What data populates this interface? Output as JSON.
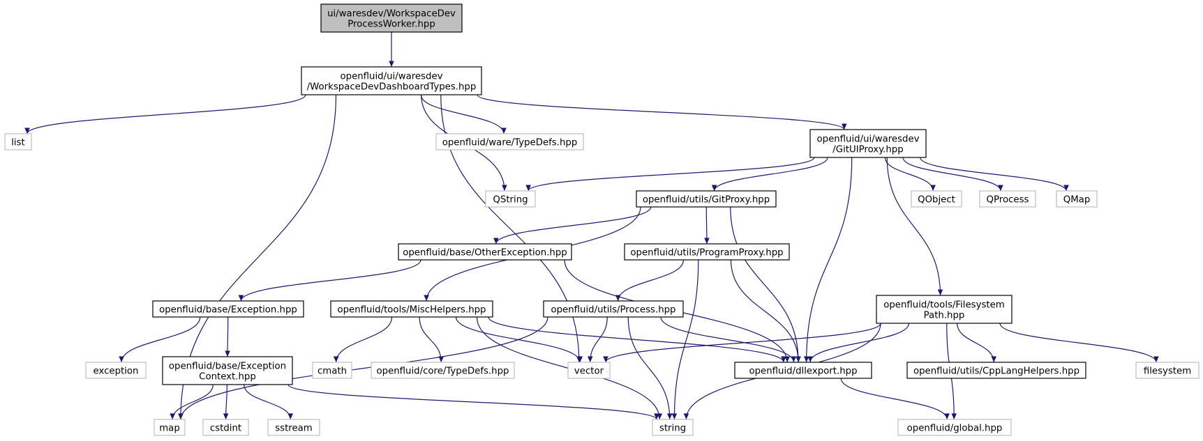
{
  "graph": {
    "title": "",
    "colors": {
      "edge": "#191970",
      "root_fill": "#bfbfbf",
      "local_border": "#000000",
      "external_border": "#bfbfbf",
      "node_fill": "#ffffff"
    },
    "nodes": [
      {
        "id": "root",
        "kind": "root",
        "lines": [
          "ui/waresdev/WorkspaceDev",
          "ProcessWorker.hpp"
        ]
      },
      {
        "id": "dashtypes",
        "kind": "local",
        "lines": [
          "openfluid/ui/waresdev",
          "/WorkspaceDevDashboardTypes.hpp"
        ]
      },
      {
        "id": "list",
        "kind": "external",
        "lines": [
          "list"
        ]
      },
      {
        "id": "waretypedefs",
        "kind": "external",
        "lines": [
          "openfluid/ware/TypeDefs.hpp"
        ]
      },
      {
        "id": "gituiproxy",
        "kind": "local",
        "lines": [
          "openfluid/ui/waresdev",
          "/GitUIProxy.hpp"
        ]
      },
      {
        "id": "qstring",
        "kind": "external",
        "lines": [
          "QString"
        ]
      },
      {
        "id": "gitproxy",
        "kind": "local",
        "lines": [
          "openfluid/utils/GitProxy.hpp"
        ]
      },
      {
        "id": "qobject",
        "kind": "external",
        "lines": [
          "QObject"
        ]
      },
      {
        "id": "qprocess",
        "kind": "external",
        "lines": [
          "QProcess"
        ]
      },
      {
        "id": "qmap",
        "kind": "external",
        "lines": [
          "QMap"
        ]
      },
      {
        "id": "otherexc",
        "kind": "local",
        "lines": [
          "openfluid/base/OtherException.hpp"
        ]
      },
      {
        "id": "progproxy",
        "kind": "local",
        "lines": [
          "openfluid/utils/ProgramProxy.hpp"
        ]
      },
      {
        "id": "exception_hpp",
        "kind": "local",
        "lines": [
          "openfluid/base/Exception.hpp"
        ]
      },
      {
        "id": "mischelpers",
        "kind": "local",
        "lines": [
          "openfluid/tools/MiscHelpers.hpp"
        ]
      },
      {
        "id": "process",
        "kind": "local",
        "lines": [
          "openfluid/utils/Process.hpp"
        ]
      },
      {
        "id": "fspath",
        "kind": "local",
        "lines": [
          "openfluid/tools/Filesystem",
          "Path.hpp"
        ]
      },
      {
        "id": "exception",
        "kind": "external",
        "lines": [
          "exception"
        ]
      },
      {
        "id": "exccontext",
        "kind": "local",
        "lines": [
          "openfluid/base/Exception",
          "Context.hpp"
        ]
      },
      {
        "id": "cmath",
        "kind": "external",
        "lines": [
          "cmath"
        ]
      },
      {
        "id": "coretypedefs",
        "kind": "external",
        "lines": [
          "openfluid/core/TypeDefs.hpp"
        ]
      },
      {
        "id": "vector",
        "kind": "external",
        "lines": [
          "vector"
        ]
      },
      {
        "id": "dllexport",
        "kind": "local",
        "lines": [
          "openfluid/dllexport.hpp"
        ]
      },
      {
        "id": "cpplang",
        "kind": "local",
        "lines": [
          "openfluid/utils/CppLangHelpers.hpp"
        ]
      },
      {
        "id": "filesystem",
        "kind": "external",
        "lines": [
          "filesystem"
        ]
      },
      {
        "id": "map",
        "kind": "external",
        "lines": [
          "map"
        ]
      },
      {
        "id": "cstdint",
        "kind": "external",
        "lines": [
          "cstdint"
        ]
      },
      {
        "id": "sstream",
        "kind": "external",
        "lines": [
          "sstream"
        ]
      },
      {
        "id": "string",
        "kind": "external",
        "lines": [
          "string"
        ]
      },
      {
        "id": "global",
        "kind": "external",
        "lines": [
          "openfluid/global.hpp"
        ]
      }
    ],
    "edges": [
      {
        "from": "root",
        "to": "dashtypes"
      },
      {
        "from": "dashtypes",
        "to": "list"
      },
      {
        "from": "dashtypes",
        "to": "map"
      },
      {
        "from": "dashtypes",
        "to": "vector"
      },
      {
        "from": "dashtypes",
        "to": "qstring"
      },
      {
        "from": "dashtypes",
        "to": "waretypedefs"
      },
      {
        "from": "dashtypes",
        "to": "gituiproxy"
      },
      {
        "from": "gituiproxy",
        "to": "qstring"
      },
      {
        "from": "gituiproxy",
        "to": "gitproxy"
      },
      {
        "from": "gituiproxy",
        "to": "dllexport"
      },
      {
        "from": "gituiproxy",
        "to": "fspath"
      },
      {
        "from": "gituiproxy",
        "to": "qobject"
      },
      {
        "from": "gituiproxy",
        "to": "qprocess"
      },
      {
        "from": "gituiproxy",
        "to": "qmap"
      },
      {
        "from": "gitproxy",
        "to": "otherexc"
      },
      {
        "from": "gitproxy",
        "to": "mischelpers"
      },
      {
        "from": "gitproxy",
        "to": "progproxy"
      },
      {
        "from": "gitproxy",
        "to": "dllexport"
      },
      {
        "from": "otherexc",
        "to": "exception_hpp"
      },
      {
        "from": "otherexc",
        "to": "dllexport"
      },
      {
        "from": "progproxy",
        "to": "process"
      },
      {
        "from": "progproxy",
        "to": "string"
      },
      {
        "from": "progproxy",
        "to": "dllexport"
      },
      {
        "from": "exception_hpp",
        "to": "exception"
      },
      {
        "from": "exception_hpp",
        "to": "exccontext"
      },
      {
        "from": "exccontext",
        "to": "map"
      },
      {
        "from": "exccontext",
        "to": "cstdint"
      },
      {
        "from": "exccontext",
        "to": "sstream"
      },
      {
        "from": "exccontext",
        "to": "string"
      },
      {
        "from": "mischelpers",
        "to": "cmath"
      },
      {
        "from": "mischelpers",
        "to": "coretypedefs"
      },
      {
        "from": "mischelpers",
        "to": "vector"
      },
      {
        "from": "mischelpers",
        "to": "string"
      },
      {
        "from": "mischelpers",
        "to": "dllexport"
      },
      {
        "from": "process",
        "to": "vector"
      },
      {
        "from": "process",
        "to": "map"
      },
      {
        "from": "process",
        "to": "string"
      },
      {
        "from": "process",
        "to": "dllexport"
      },
      {
        "from": "fspath",
        "to": "vector"
      },
      {
        "from": "fspath",
        "to": "dllexport"
      },
      {
        "from": "fspath",
        "to": "string"
      },
      {
        "from": "fspath",
        "to": "cpplang"
      },
      {
        "from": "fspath",
        "to": "filesystem"
      },
      {
        "from": "fspath",
        "to": "global"
      },
      {
        "from": "dllexport",
        "to": "global"
      }
    ]
  }
}
